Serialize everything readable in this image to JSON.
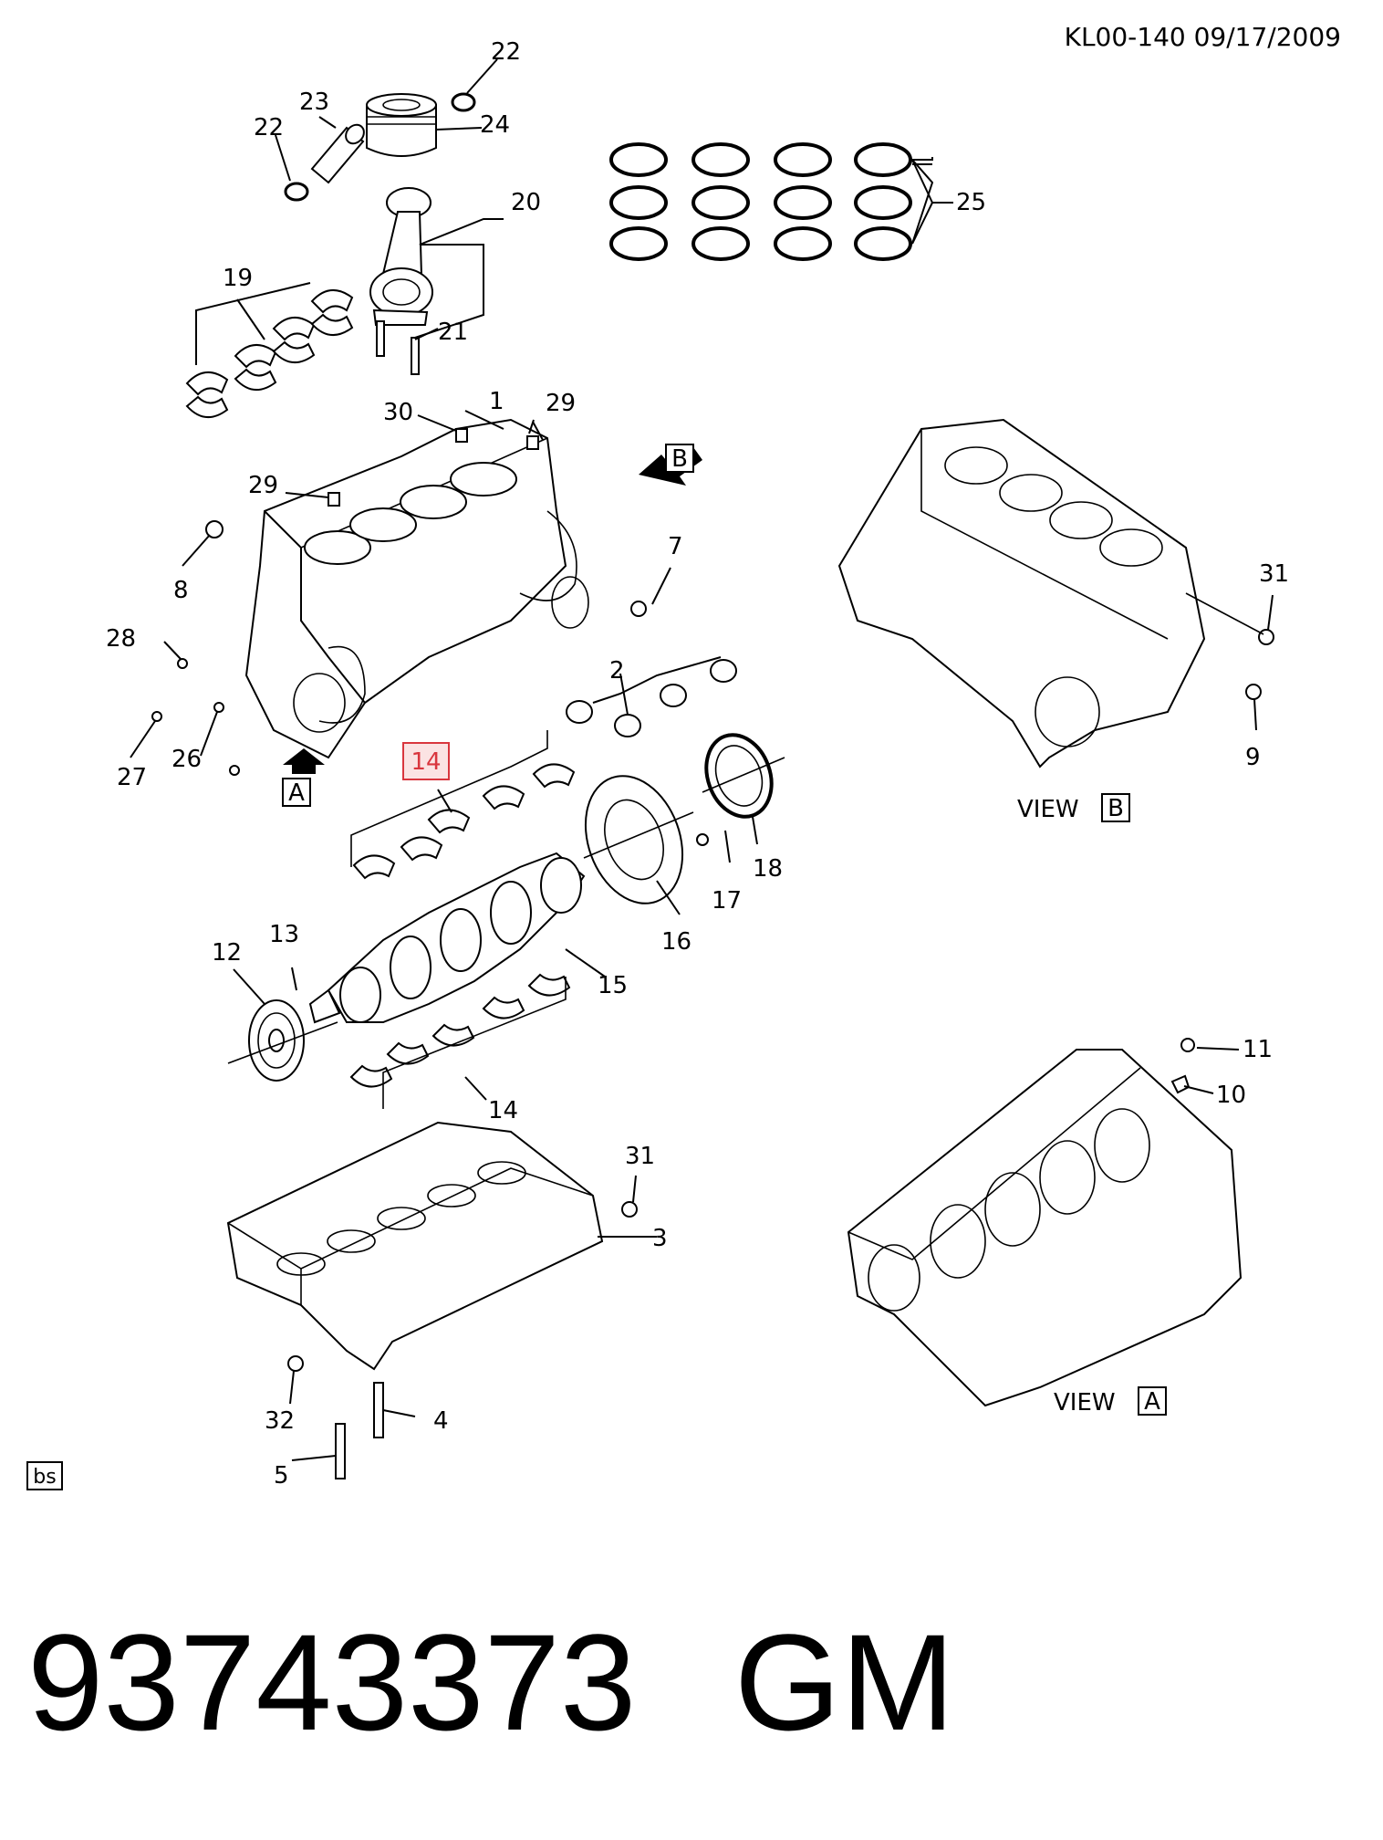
{
  "header": {
    "ref_code": "KL00-140  09/17/2009"
  },
  "footer": {
    "part_number": "93743373",
    "brand": "GM"
  },
  "badge": "bs",
  "views": {
    "view_b": "VIEW",
    "view_b_letter": "B",
    "view_a": "VIEW",
    "view_a_letter": "A"
  },
  "markers": {
    "arrow_a": "A",
    "arrow_b": "B"
  },
  "highlight": {
    "callout": "14",
    "color": "#d9363e"
  },
  "callouts": {
    "c1": "1",
    "c2": "2",
    "c3": "3",
    "c4": "4",
    "c5": "5",
    "c7": "7",
    "c8": "8",
    "c9": "9",
    "c10": "10",
    "c11": "11",
    "c12": "12",
    "c13": "13",
    "c14b": "14",
    "c15": "15",
    "c16": "16",
    "c17": "17",
    "c18": "18",
    "c19": "19",
    "c20": "20",
    "c21": "21",
    "c22a": "22",
    "c22b": "22",
    "c23": "23",
    "c24": "24",
    "c25": "25",
    "c26": "26",
    "c27": "27",
    "c28": "28",
    "c29a": "29",
    "c29b": "29",
    "c30": "30",
    "c31a": "31",
    "c31b": "31",
    "c32": "32"
  }
}
